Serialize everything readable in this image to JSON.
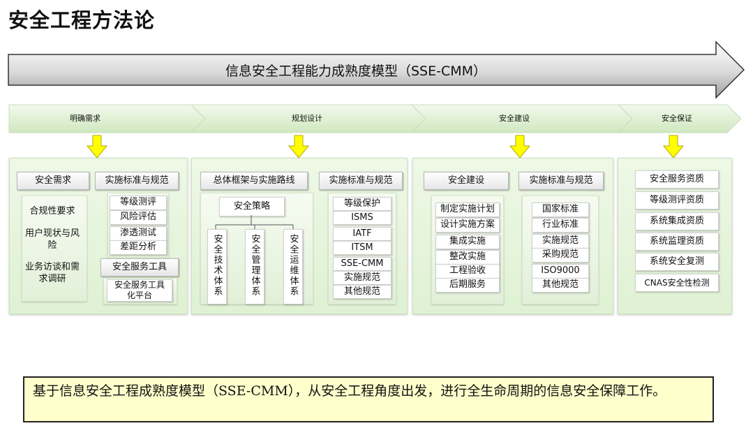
{
  "title": "安全工程方法论",
  "banner": "信息安全工程能力成熟度模型（SSE-CMM）",
  "phases": [
    "明确需求",
    "规划设计",
    "安全建设",
    "安全保证"
  ],
  "colors": {
    "panel": "#e3f3d8",
    "arrow": "#ffff00",
    "note_bg": "#ffffcc"
  },
  "col1": {
    "header_a": "安全需求",
    "items_a": [
      "合规性要求",
      "用户现状与风险",
      "业务访谈和需求调研"
    ],
    "header_b": "实施标准与规范",
    "items_b": [
      "等级测评",
      "风险评估",
      "渗透测试",
      "差距分析"
    ],
    "header_c": "安全服务工具",
    "items_c": [
      "安全服务工具化平台"
    ]
  },
  "col2": {
    "header_a": "总体框架与实施路线",
    "strategy": "安全策略",
    "systems": [
      "安全技术体系",
      "安全管理体系",
      "安全运维体系"
    ],
    "header_b": "实施标准与规范",
    "items_b": [
      "等级保护",
      "ISMS",
      "IATF",
      "ITSM",
      "SSE-CMM",
      "实施规范",
      "其他规范"
    ]
  },
  "col3": {
    "header_a": "安全建设",
    "items_a": [
      "制定实施计划",
      "设计实施方案",
      "集成实施",
      "整改实施",
      "工程验收",
      "后期服务"
    ],
    "header_b": "实施标准与规范",
    "items_b": [
      "国家标准",
      "行业标准",
      "实施规范",
      "采购规范",
      "ISO9000",
      "其他规范"
    ]
  },
  "col4": {
    "items": [
      "安全服务资质",
      "等级测评资质",
      "系统集成资质",
      "系统监理资质",
      "系统安全复测",
      "CNAS安全性检测"
    ]
  },
  "note": "基于信息安全工程成熟度模型（SSE-CMM），从安全工程角度出发，进行全生命周期的信息安全保障工作。"
}
